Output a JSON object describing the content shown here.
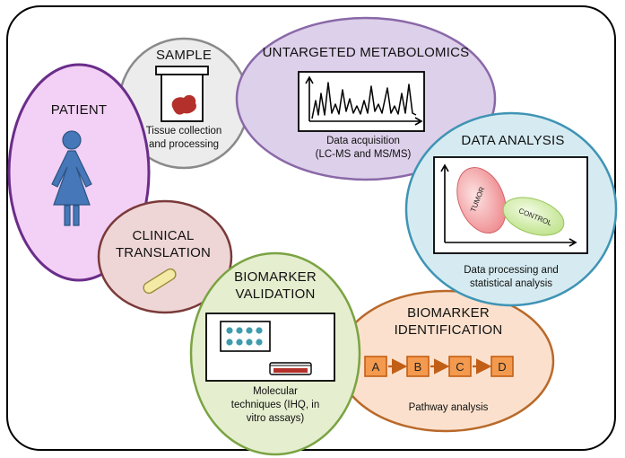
{
  "patient": {
    "title": "PATIENT"
  },
  "sample": {
    "title": "SAMPLE",
    "caption_line1": "Tissue collection",
    "caption_line2": "and processing"
  },
  "metabolomics": {
    "title": "UNTARGETED METABOLOMICS",
    "caption_line1": "Data acquisition",
    "caption_line2": "(LC-MS and MS/MS)"
  },
  "data_analysis": {
    "title": "DATA ANALYSIS",
    "cluster_tumor": "TUMOR",
    "cluster_control": "CONTROL",
    "caption_line1": "Data processing and",
    "caption_line2": "statistical analysis"
  },
  "clinical": {
    "title_line1": "CLINICAL",
    "title_line2": "TRANSLATION"
  },
  "validation": {
    "title_line1": "BIOMARKER",
    "title_line2": "VALIDATION",
    "caption_line1": "Molecular",
    "caption_line2": "techniques (IHQ, in",
    "caption_line3": "vitro assays)"
  },
  "identification": {
    "title_line1": "BIOMARKER",
    "title_line2": "IDENTIFICATION",
    "pathway_nodes": [
      "A",
      "B",
      "C",
      "D"
    ],
    "caption": "Pathway analysis"
  },
  "colors": {
    "patient_fill": "#f3d0f5",
    "patient_border": "#6a2d8a",
    "sample_fill": "#ececec",
    "sample_border": "#8a8a8a",
    "metabolomics_fill": "#ddd0ea",
    "metabolomics_border": "#8a68a8",
    "analysis_fill": "#d6ebf1",
    "analysis_border": "#3f94b5",
    "clinical_fill": "#efd6d6",
    "clinical_border": "#7a3a3a",
    "validation_fill": "#e5eecf",
    "validation_border": "#7aa342",
    "identification_fill": "#fbe1cd",
    "identification_border": "#b9692a",
    "node_fill": "#f39a4e",
    "node_border": "#c25f16"
  }
}
